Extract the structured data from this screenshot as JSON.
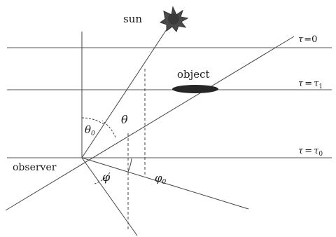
{
  "labels": {
    "sun": "sun",
    "object": "object",
    "observer": "observer",
    "theta0": "θ",
    "theta0_sub": "0",
    "theta": "θ",
    "phi": "φ",
    "phi0": "φ",
    "phi0_sub": "0"
  },
  "layers": [
    {
      "tau": "τ",
      "eq": "=",
      "value": "0",
      "sub": ""
    },
    {
      "tau": "τ",
      "eq": "=",
      "value": "τ",
      "sub": "1"
    },
    {
      "tau": "τ",
      "eq": "=",
      "value": "τ",
      "sub": "0"
    }
  ],
  "colors": {
    "line": "#333333",
    "sun": "#4a4a4a",
    "object": "#262626"
  },
  "icons": {
    "sun": "sun-icon",
    "object": "object-ellipse"
  }
}
